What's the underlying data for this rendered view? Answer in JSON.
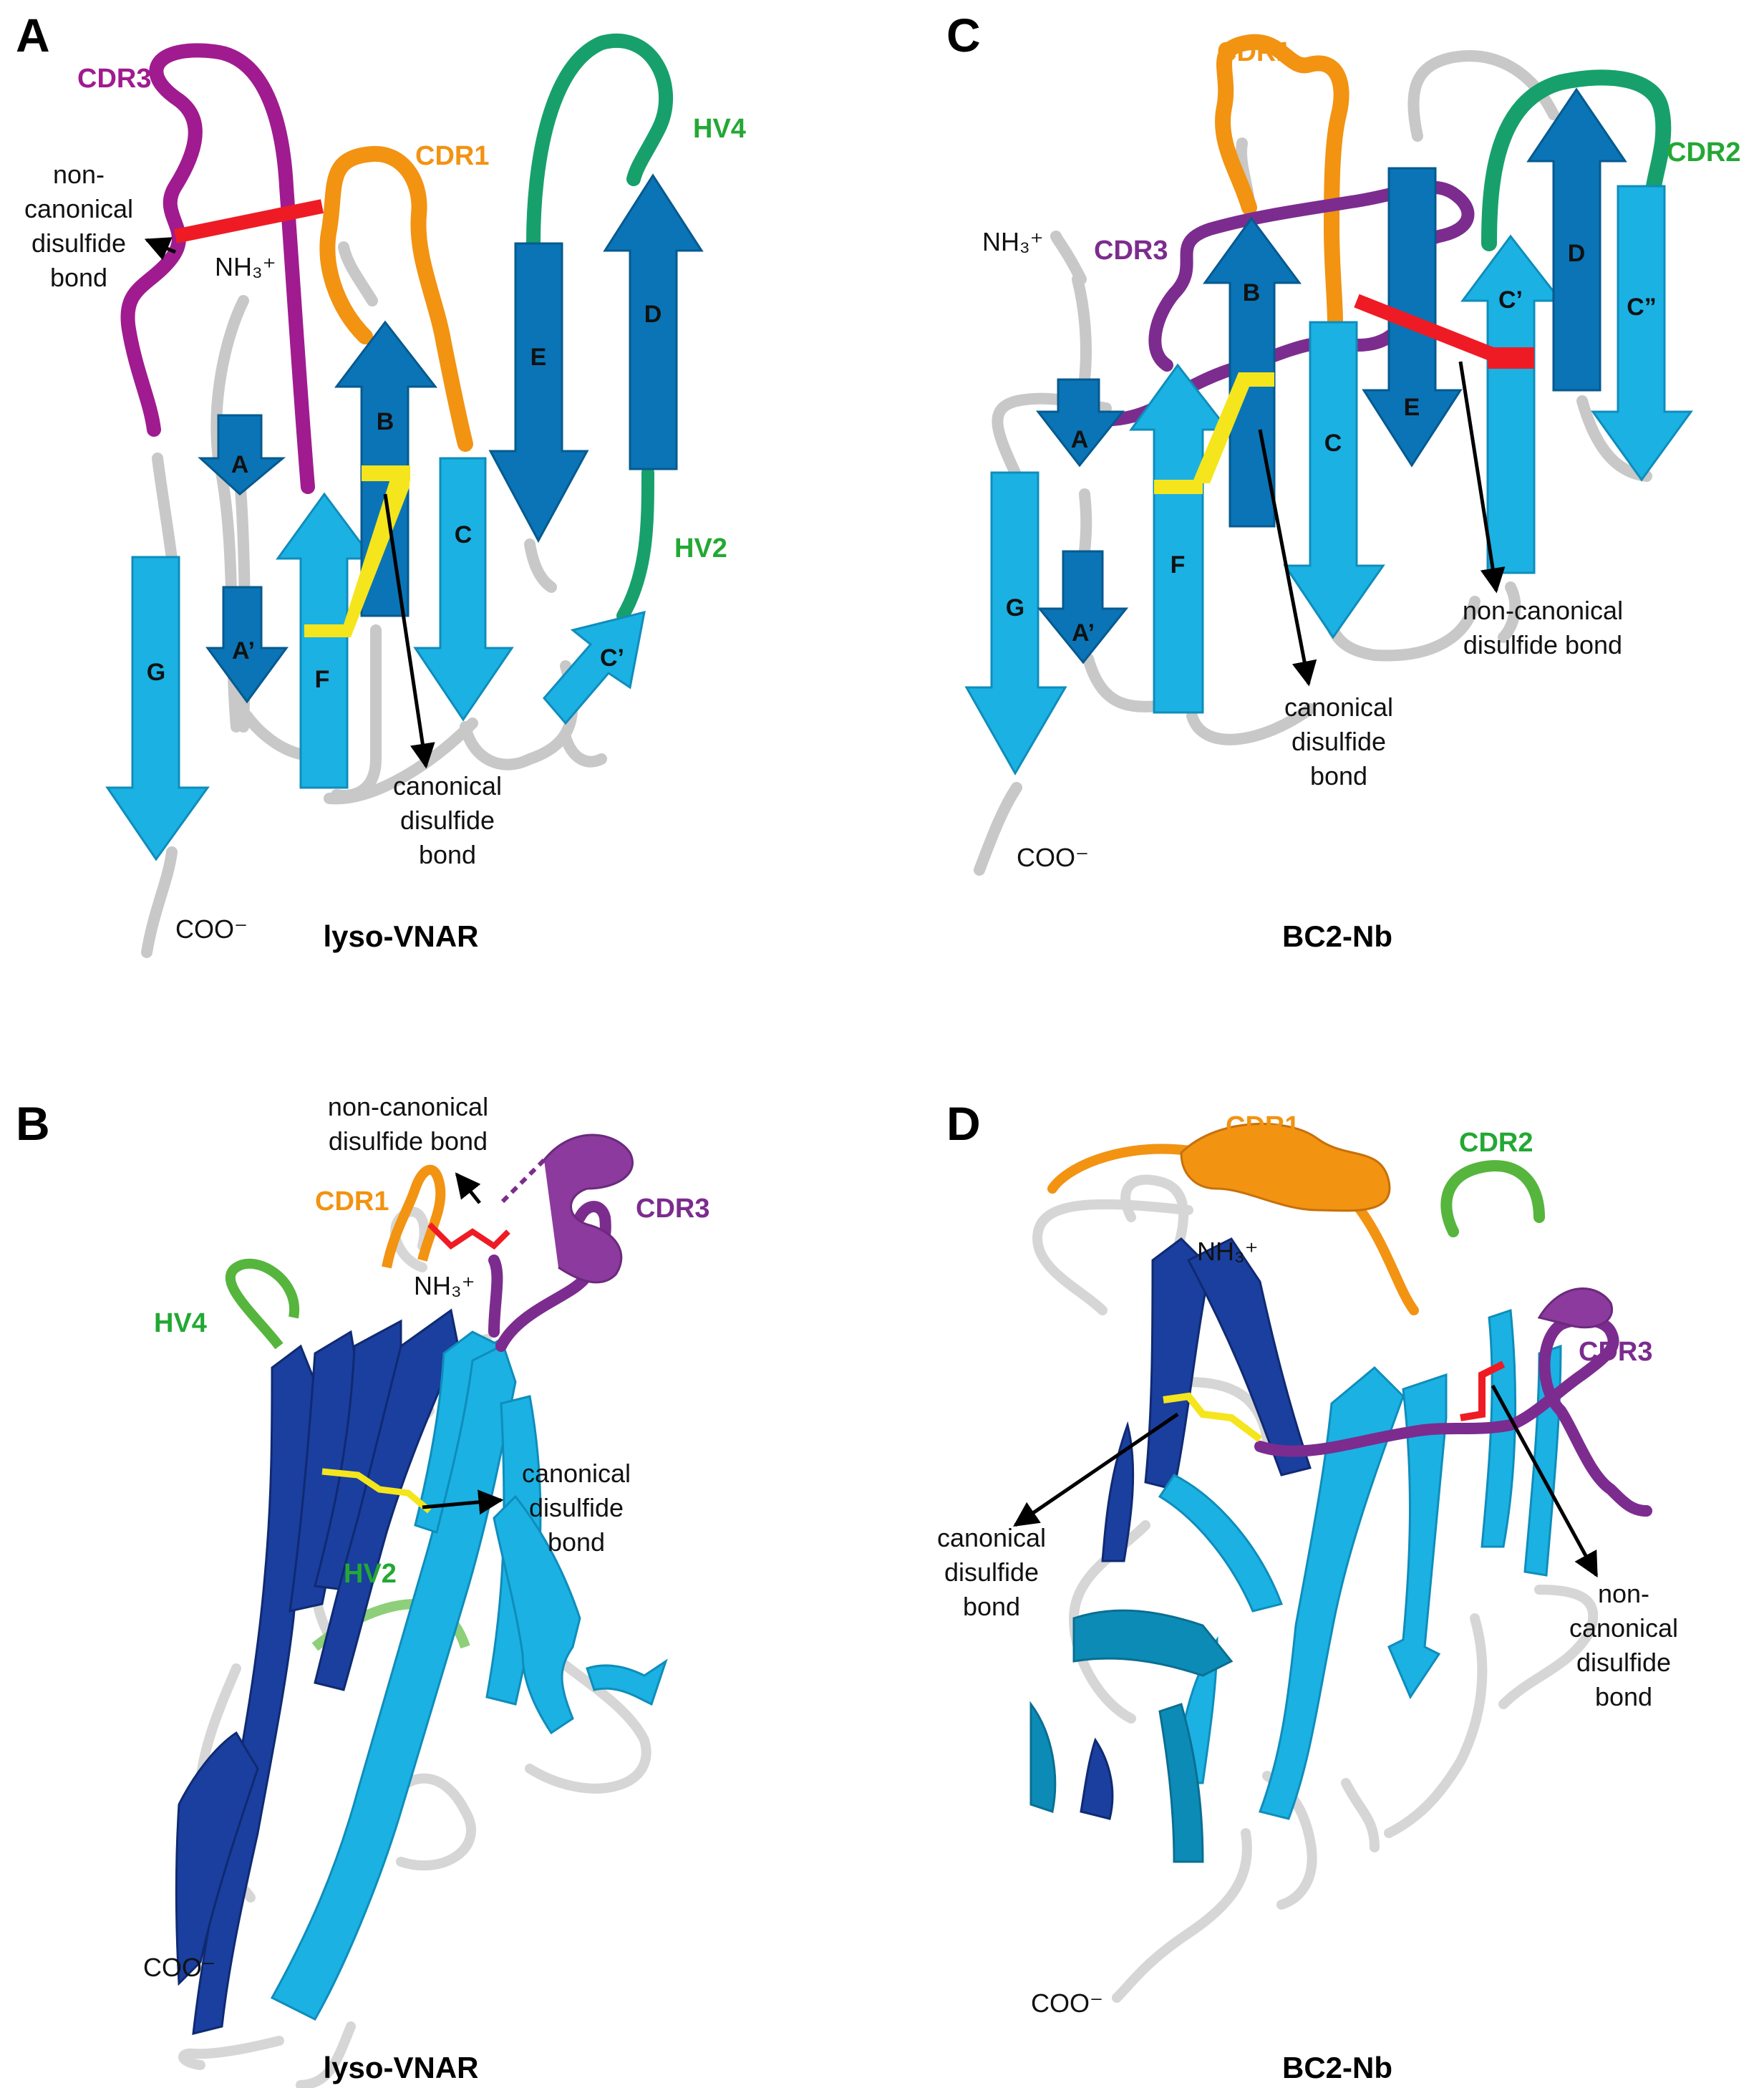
{
  "colors": {
    "dark_blue": "#0a74b6",
    "light_blue": "#1bb1e3",
    "cdr3": "#a01b8f",
    "cdr3_nb": "#7c2c8e",
    "cdr1": "#f29312",
    "cdr2": "#17a06b",
    "disulfide_canonical": "#f5e51c",
    "disulfide_noncanonical": "#ef1b24",
    "loop_gray": "#c8c8c8",
    "label_green": "#23a834",
    "ribbon_navy": "#19419c"
  },
  "panels": {
    "A": {
      "letter": "A",
      "caption": "lyso-VNAR",
      "strands": {
        "G": "G",
        "A": "A",
        "A2": "A’",
        "F": "F",
        "B": "B",
        "C": "C",
        "E": "E",
        "D": "D",
        "C2": "C’"
      },
      "regions": {
        "cdr3": "CDR3",
        "cdr1": "CDR1",
        "hv4": "HV4",
        "hv2": "HV2"
      },
      "noncanonical": [
        "non-",
        "canonical",
        "disulfide",
        "bond"
      ],
      "canonical": [
        "canonical",
        "disulfide",
        "bond"
      ],
      "nterm": "NH₃⁺",
      "cterm": "COO⁻"
    },
    "B": {
      "letter": "B",
      "caption": "lyso-VNAR",
      "regions": {
        "cdr1": "CDR1",
        "cdr3": "CDR3",
        "hv4": "HV4",
        "hv2": "HV2"
      },
      "noncanonical": [
        "non-canonical",
        "disulfide bond"
      ],
      "canonical": [
        "canonical",
        "disulfide",
        "bond"
      ],
      "nterm": "NH₃⁺",
      "cterm": "COO⁻"
    },
    "C": {
      "letter": "C",
      "caption": "BC2-Nb",
      "strands": {
        "G": "G",
        "A": "A",
        "A2": "A’",
        "F": "F",
        "B": "B",
        "C": "C",
        "E": "E",
        "C2": "C’",
        "D": "D",
        "C3": "C”"
      },
      "regions": {
        "cdr1": "CDR1",
        "cdr2": "CDR2",
        "cdr3": "CDR3"
      },
      "noncanonical": [
        "non-canonical",
        "disulfide bond"
      ],
      "canonical": [
        "canonical",
        "disulfide",
        "bond"
      ],
      "nterm": "NH₃⁺",
      "cterm": "COO⁻"
    },
    "D": {
      "letter": "D",
      "caption": "BC2-Nb",
      "regions": {
        "cdr1": "CDR1",
        "cdr2": "CDR2",
        "cdr3": "CDR3"
      },
      "noncanonical": [
        "non-",
        "canonical",
        "disulfide",
        "bond"
      ],
      "canonical": [
        "canonical",
        "disulfide",
        "bond"
      ],
      "nterm": "NH₃⁺",
      "cterm": "COO⁻"
    }
  }
}
